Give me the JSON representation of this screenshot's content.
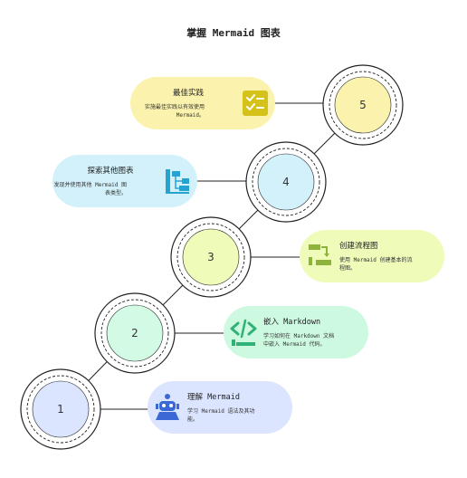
{
  "title": "掌握 Mermaid 图表",
  "colors": {
    "stroke": "#222222",
    "yellow": "#fbf3ad",
    "blue": "#d3f1fb",
    "green": "#eefbb9",
    "mint": "#cdf9e1",
    "periwinkle": "#dbe5ff",
    "icon_yellow": "#d4c21a",
    "icon_blue": "#26a4d1",
    "icon_olive": "#8db33a",
    "icon_teal": "#2fb27a",
    "icon_navy": "#3a69d6"
  },
  "steps": [
    {
      "number": "1",
      "fill": "#dbe5ff",
      "card_fill": "#dbe5ff",
      "icon": "robot-icon",
      "icon_color": "#3a69d6",
      "title": "理解 Mermaid",
      "desc_lines": [
        "学习 Mermaid 语法及其功",
        "能。"
      ]
    },
    {
      "number": "2",
      "fill": "#d3fae4",
      "card_fill": "#cdf9e1",
      "icon": "code-icon",
      "icon_color": "#2fb27a",
      "title": "嵌入 Markdown",
      "desc_lines": [
        "学习如何在 Markdown 文档",
        "中嵌入 Mermaid 代码。"
      ]
    },
    {
      "number": "3",
      "fill": "#eefbb9",
      "card_fill": "#eefbb9",
      "icon": "flowchart-icon",
      "icon_color": "#8db33a",
      "title": "创建流程图",
      "desc_lines": [
        "使用 Mermaid 创建基本的流",
        "程图。"
      ]
    },
    {
      "number": "4",
      "fill": "#d3f1fb",
      "card_fill": "#d3f1fb",
      "icon": "diagram-icon",
      "icon_color": "#26a4d1",
      "title": "探索其他图表",
      "desc_lines": [
        "发现并使用其他 Mermaid 图",
        "表类型。"
      ]
    },
    {
      "number": "5",
      "fill": "#fbf3ad",
      "card_fill": "#fbf3ad",
      "icon": "checklist-icon",
      "icon_color": "#d4c21a",
      "title": "最佳实践",
      "desc_lines": [
        "实施最佳实践以有效使用",
        "Mermaid。"
      ]
    }
  ]
}
